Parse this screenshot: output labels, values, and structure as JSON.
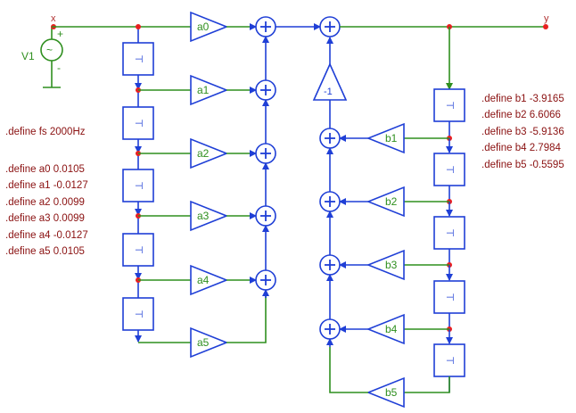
{
  "nets": {
    "input": "x",
    "output": "y"
  },
  "source": {
    "name": "V1",
    "plus": "+",
    "minus": "-",
    "tilde": "~"
  },
  "delay_symbol": "⊣",
  "inverter_label": "-1",
  "feedforward_gains": [
    "a0",
    "a1",
    "a2",
    "a3",
    "a4",
    "a5"
  ],
  "feedback_gains": [
    "b1",
    "b2",
    "b3",
    "b4",
    "b5"
  ],
  "defines_sampling": ".define fs 2000Hz",
  "defines_a": [
    ".define a0 0.0105",
    ".define a1 -0.0127",
    ".define a2 0.0099",
    ".define a3 0.0099",
    ".define a4 -0.0127",
    ".define a5 0.0105"
  ],
  "defines_b": [
    ".define b1 -3.9165",
    ".define b2 6.6066",
    ".define b3 -5.9136",
    ".define b4 2.7984",
    ".define b5 -0.5595"
  ],
  "colors": {
    "wire_green": "#2f8f1f",
    "block_blue": "#1f3fd6",
    "node_red": "#e82020",
    "define_text": "#8a1010"
  }
}
